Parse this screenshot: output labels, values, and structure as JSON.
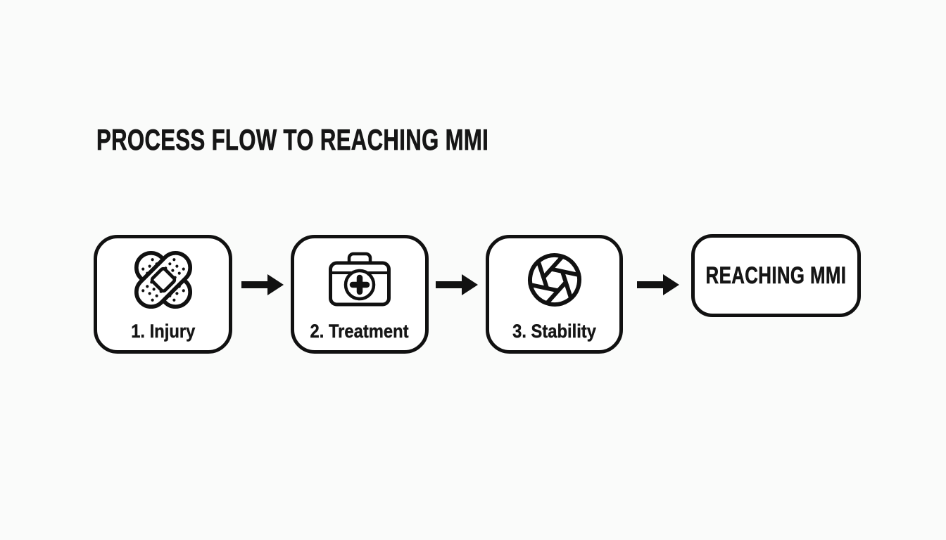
{
  "title": "PROCESS FLOW TO REACHING MMI",
  "diagram": {
    "steps": [
      {
        "label": "1. Injury",
        "icon": "bandage-icon"
      },
      {
        "label": "2. Treatment",
        "icon": "first-aid-kit-icon"
      },
      {
        "label": "3. Stability",
        "icon": "aperture-icon"
      }
    ],
    "result": {
      "label": "REACHING MMI"
    },
    "connector": "right-arrow"
  },
  "colors": {
    "background": "#fafbfa",
    "box_fill": "#ffffff",
    "line": "#111111",
    "text": "#161616"
  }
}
